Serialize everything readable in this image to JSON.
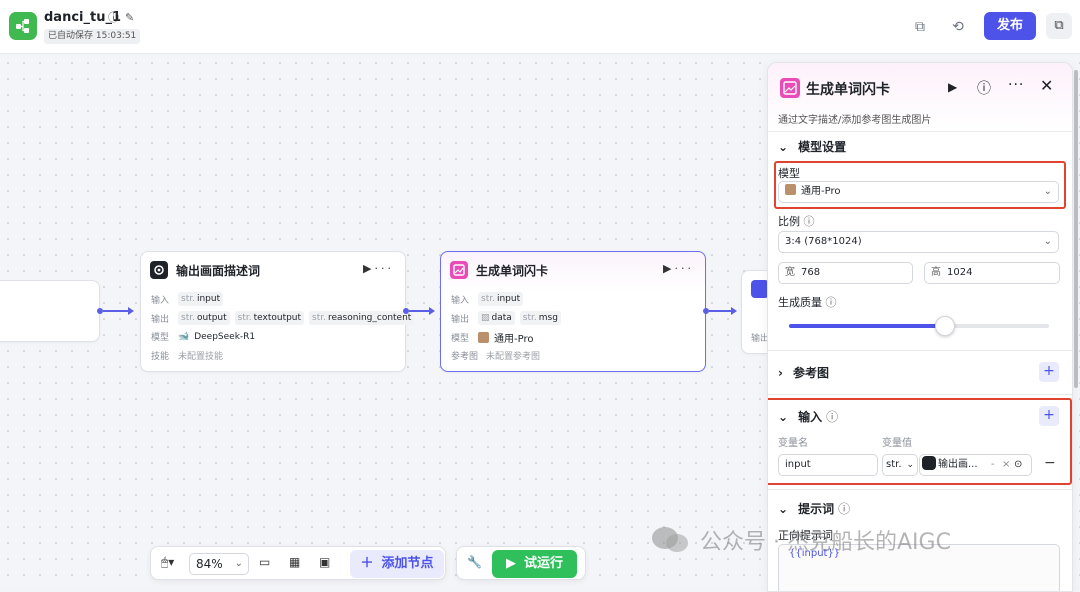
{
  "header": {
    "app_title": "danci_tu_1",
    "autosave": "已自动保存 15:03:51",
    "publish_label": "发布"
  },
  "nodes": {
    "describe": {
      "title": "输出画面描述词",
      "input_key": "输入",
      "input_type": "str.",
      "input_name": "input",
      "output_key": "输出",
      "outputs": [
        {
          "type": "str.",
          "name": "output"
        },
        {
          "type": "str.",
          "name": "textoutput"
        },
        {
          "type": "str.",
          "name": "reasoning_content"
        }
      ],
      "model_key": "模型",
      "model_value": "DeepSeek-R1",
      "skill_key": "技能",
      "skill_value": "未配置技能"
    },
    "flashcard": {
      "title": "生成单词闪卡",
      "input_key": "输入",
      "input_type": "str.",
      "input_name": "input",
      "output_key": "输出",
      "outputs": [
        {
          "type": "",
          "name": "data"
        },
        {
          "type": "str.",
          "name": "msg"
        }
      ],
      "model_key": "模型",
      "model_value": "通用-Pro",
      "ref_key": "参考图",
      "ref_value": "未配置参考图"
    },
    "end_partial": {
      "output_key": "输出"
    }
  },
  "toolbar": {
    "zoom": "84%",
    "add_node_label": "添加节点",
    "run_label": "试运行"
  },
  "panel": {
    "title": "生成单词闪卡",
    "description": "通过文字描述/添加参考图生成图片",
    "model_section": "模型设置",
    "model_label": "模型",
    "model_value": "通用-Pro",
    "ratio_label": "比例",
    "ratio_value": "3:4 (768*1024)",
    "width_label": "宽",
    "width_value": "768",
    "height_label": "高",
    "height_value": "1024",
    "quality_label": "生成质量",
    "quality_level": 0.6,
    "ref_section": "参考图",
    "input_section": "输入",
    "var_name_header": "变量名",
    "var_value_header": "变量值",
    "var_name": "input",
    "var_type": "str.",
    "var_ref": "输出画...",
    "var_ref_suffix": "-",
    "prompt_section": "提示词",
    "positive_prompt_label": "正向提示词",
    "positive_prompt_value": "{{input}}"
  },
  "watermark": "公众号 · 杰克船长的AIGC",
  "colors": {
    "accent": "#4d53e8",
    "run_green": "#2fbf5b",
    "highlight_red": "#e0432f",
    "flashcard_pink": "#e94bb7"
  }
}
